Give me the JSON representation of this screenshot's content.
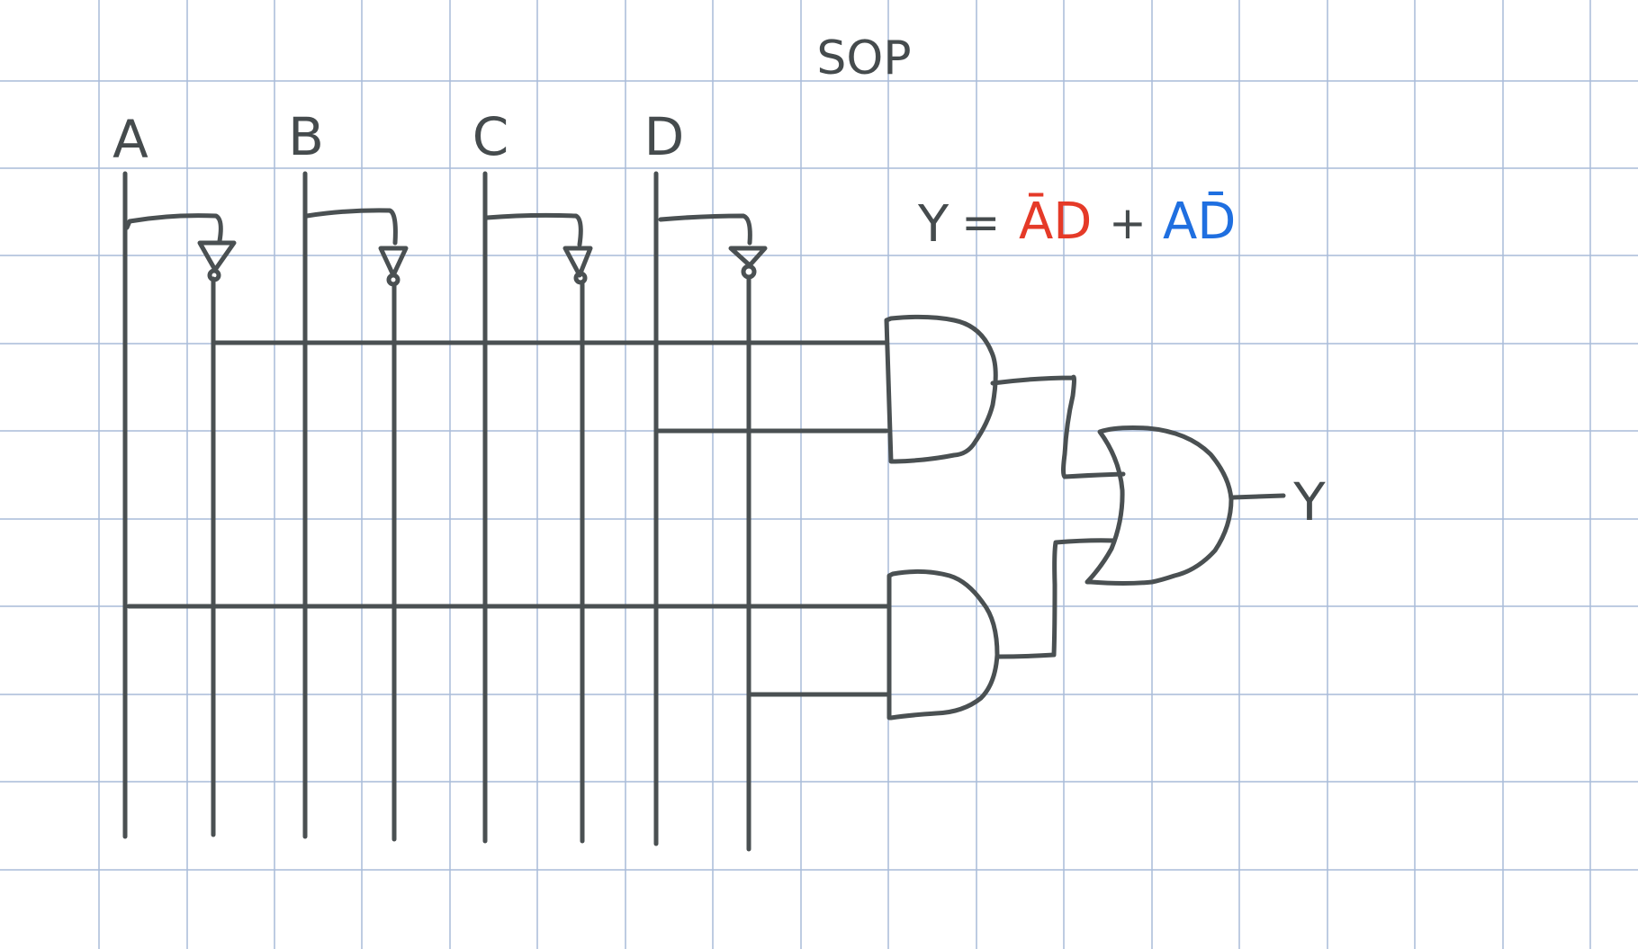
{
  "title": "SOP",
  "inputs": [
    "A",
    "B",
    "C",
    "D"
  ],
  "equation": {
    "lhs": "Y",
    "equals": "=",
    "term1": {
      "text": "ĀD",
      "color": "#e53a28"
    },
    "plus": "+",
    "term2": {
      "text": "AD̄",
      "color": "#1f6fe0"
    }
  },
  "output_label": "Y",
  "colors": {
    "ink": "#4a5052",
    "grid": "#a9bcd9",
    "term1": "#e53a28",
    "term2": "#1f6fe0"
  }
}
